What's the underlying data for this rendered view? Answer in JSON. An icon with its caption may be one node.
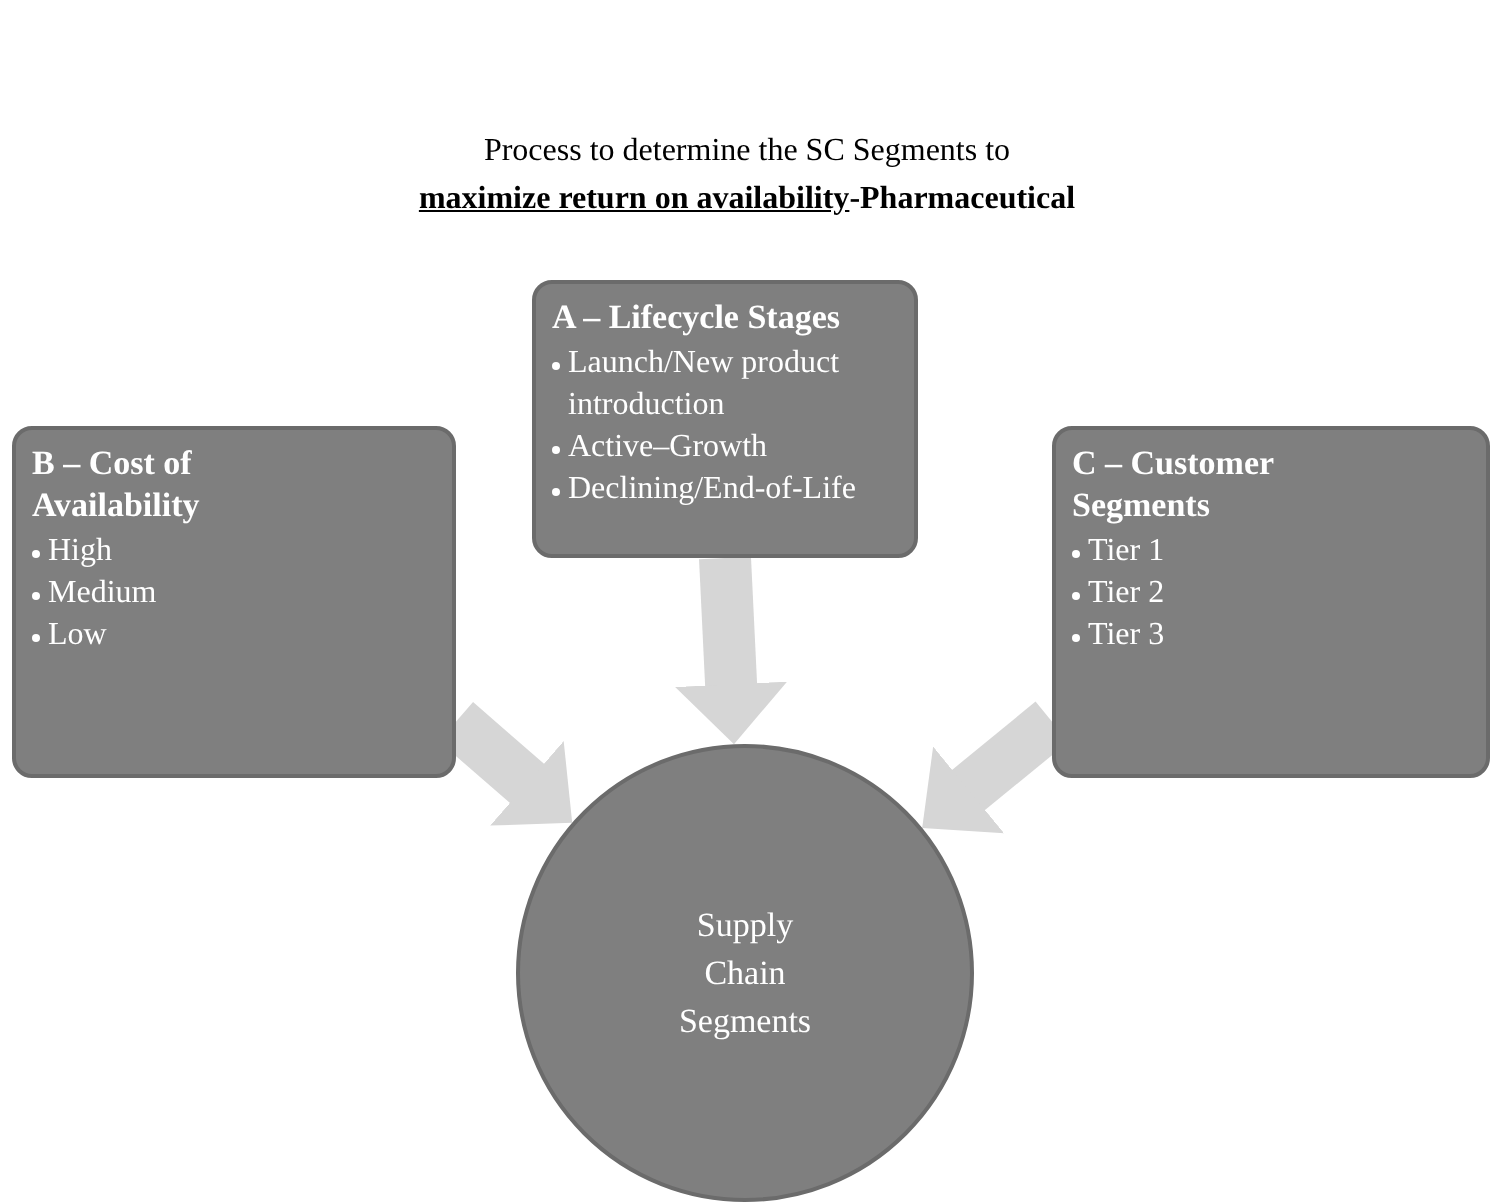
{
  "diagram": {
    "title": "Process to determine the SC Segments to **maximize return on availability****-Pharmaceutical**",
    "nodes": [
      {
        "text": [
          "A – Lifecycle Stages",
          "Launch/New product introduction",
          "Active–Growth",
          "Declining/End-of-Life"
        ]
      },
      {
        "text": [
          "B – Cost of Availability",
          "High",
          "Medium",
          "Low"
        ]
      },
      {
        "text": [
          "C – Customer Segments",
          "Tier 1",
          "Tier 2",
          "Tier 3"
        ]
      },
      {
        "text": [
          "Supply Chain Segments"
        ]
      }
    ],
    "edges": [
      {
        "from": 0,
        "to": 3,
        "arrow": "to"
      },
      {
        "from": 1,
        "to": 3,
        "arrow": "to"
      },
      {
        "from": 2,
        "to": 3,
        "arrow": "to"
      }
    ]
  }
}
